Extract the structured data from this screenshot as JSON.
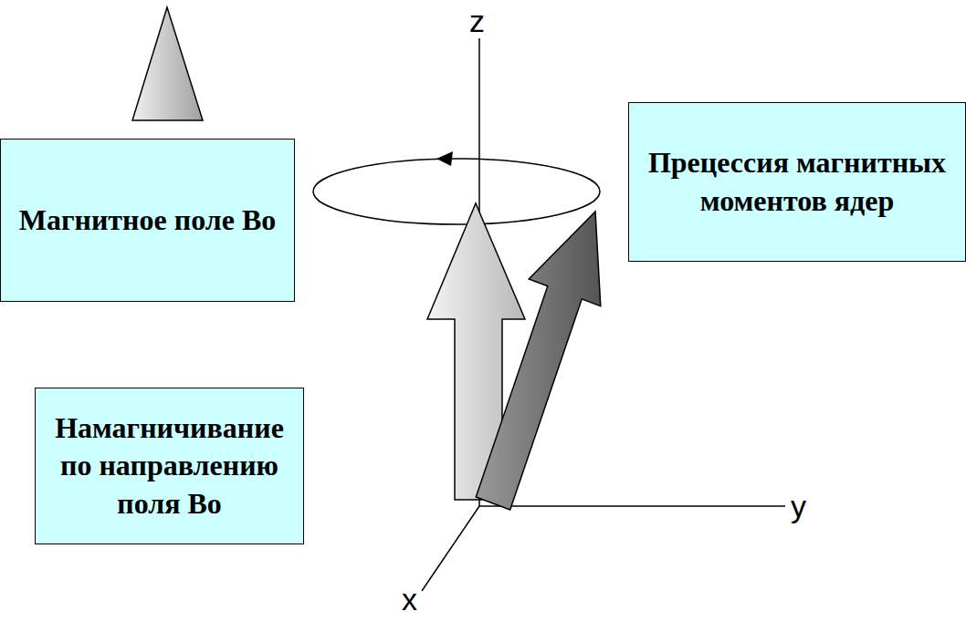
{
  "diagram": {
    "nodes": [
      {
        "text": [
          "Магнитное поле Bo"
        ]
      },
      {
        "text": [
          "Прецессия магнитных моментов ядер"
        ]
      },
      {
        "text": [
          "Намагничивание по направлению поля Bo"
        ]
      }
    ],
    "edges": [],
    "labels": [
      "z",
      "y",
      "x"
    ]
  }
}
